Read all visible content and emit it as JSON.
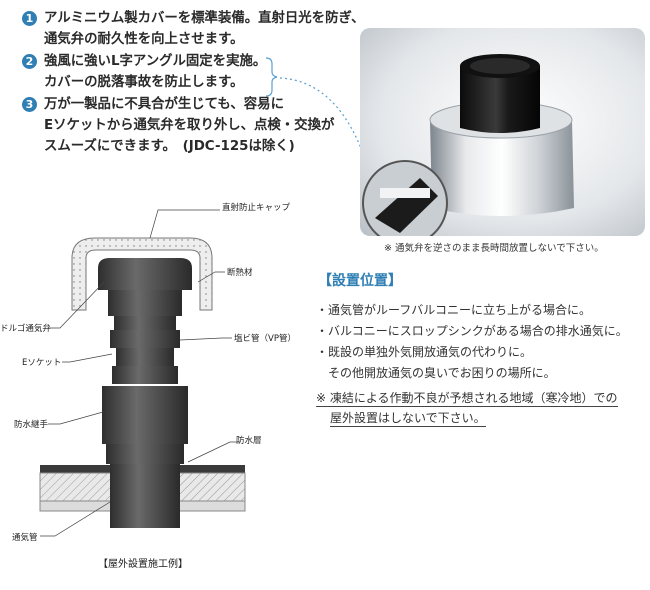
{
  "features": [
    {
      "num": "1",
      "lines": [
        "アルミニウム製カバーを標準装備。直射日光を防ぎ、",
        "通気弁の耐久性を向上させます。"
      ]
    },
    {
      "num": "2",
      "lines": [
        "強風に強いL字アングル固定を実施。",
        "カバーの脱落事故を防止します。"
      ]
    },
    {
      "num": "3",
      "lines": [
        "万が一製品に不具合が生じても、容易に",
        "Eソケットから通気弁を取り外し、点検・交換が",
        "スムーズにできます。　(JDC-125は除く)"
      ]
    }
  ],
  "photo_note": "※ 通気弁を逆さのまま長時間放置しないで下さい。",
  "diagram": {
    "labels": {
      "cap": "直射防止キャップ",
      "insulation": "断熱材",
      "valve": "ドルゴ通気弁",
      "pvc": "塩ビ管（VP管）",
      "esocket": "Eソケット",
      "joint": "防水継手",
      "waterproof": "防水層",
      "pipe": "通気管"
    },
    "caption": "【屋外設置施工例】"
  },
  "install": {
    "title": "【設置位置】",
    "bullets": [
      {
        "dot": "・",
        "text": "通気管がルーフバルコニーに立ち上がる場合に。"
      },
      {
        "dot": "・",
        "text": "バルコニーにスロップシンクがある場合の排水通気に。"
      },
      {
        "dot": "・",
        "text": "既設の単独外気開放通気の代わりに。"
      },
      {
        "dot": "",
        "text": "その他開放通気の臭いでお困りの場所に。"
      }
    ],
    "warning": [
      "※ 凍結による作動不良が予想される地域（寒冷地）での",
      "屋外設置はしないで下さい。"
    ]
  },
  "colors": {
    "accent": "#2f7fb5",
    "pipe": "#4a4a4a",
    "cap": "#e6e6e6"
  }
}
